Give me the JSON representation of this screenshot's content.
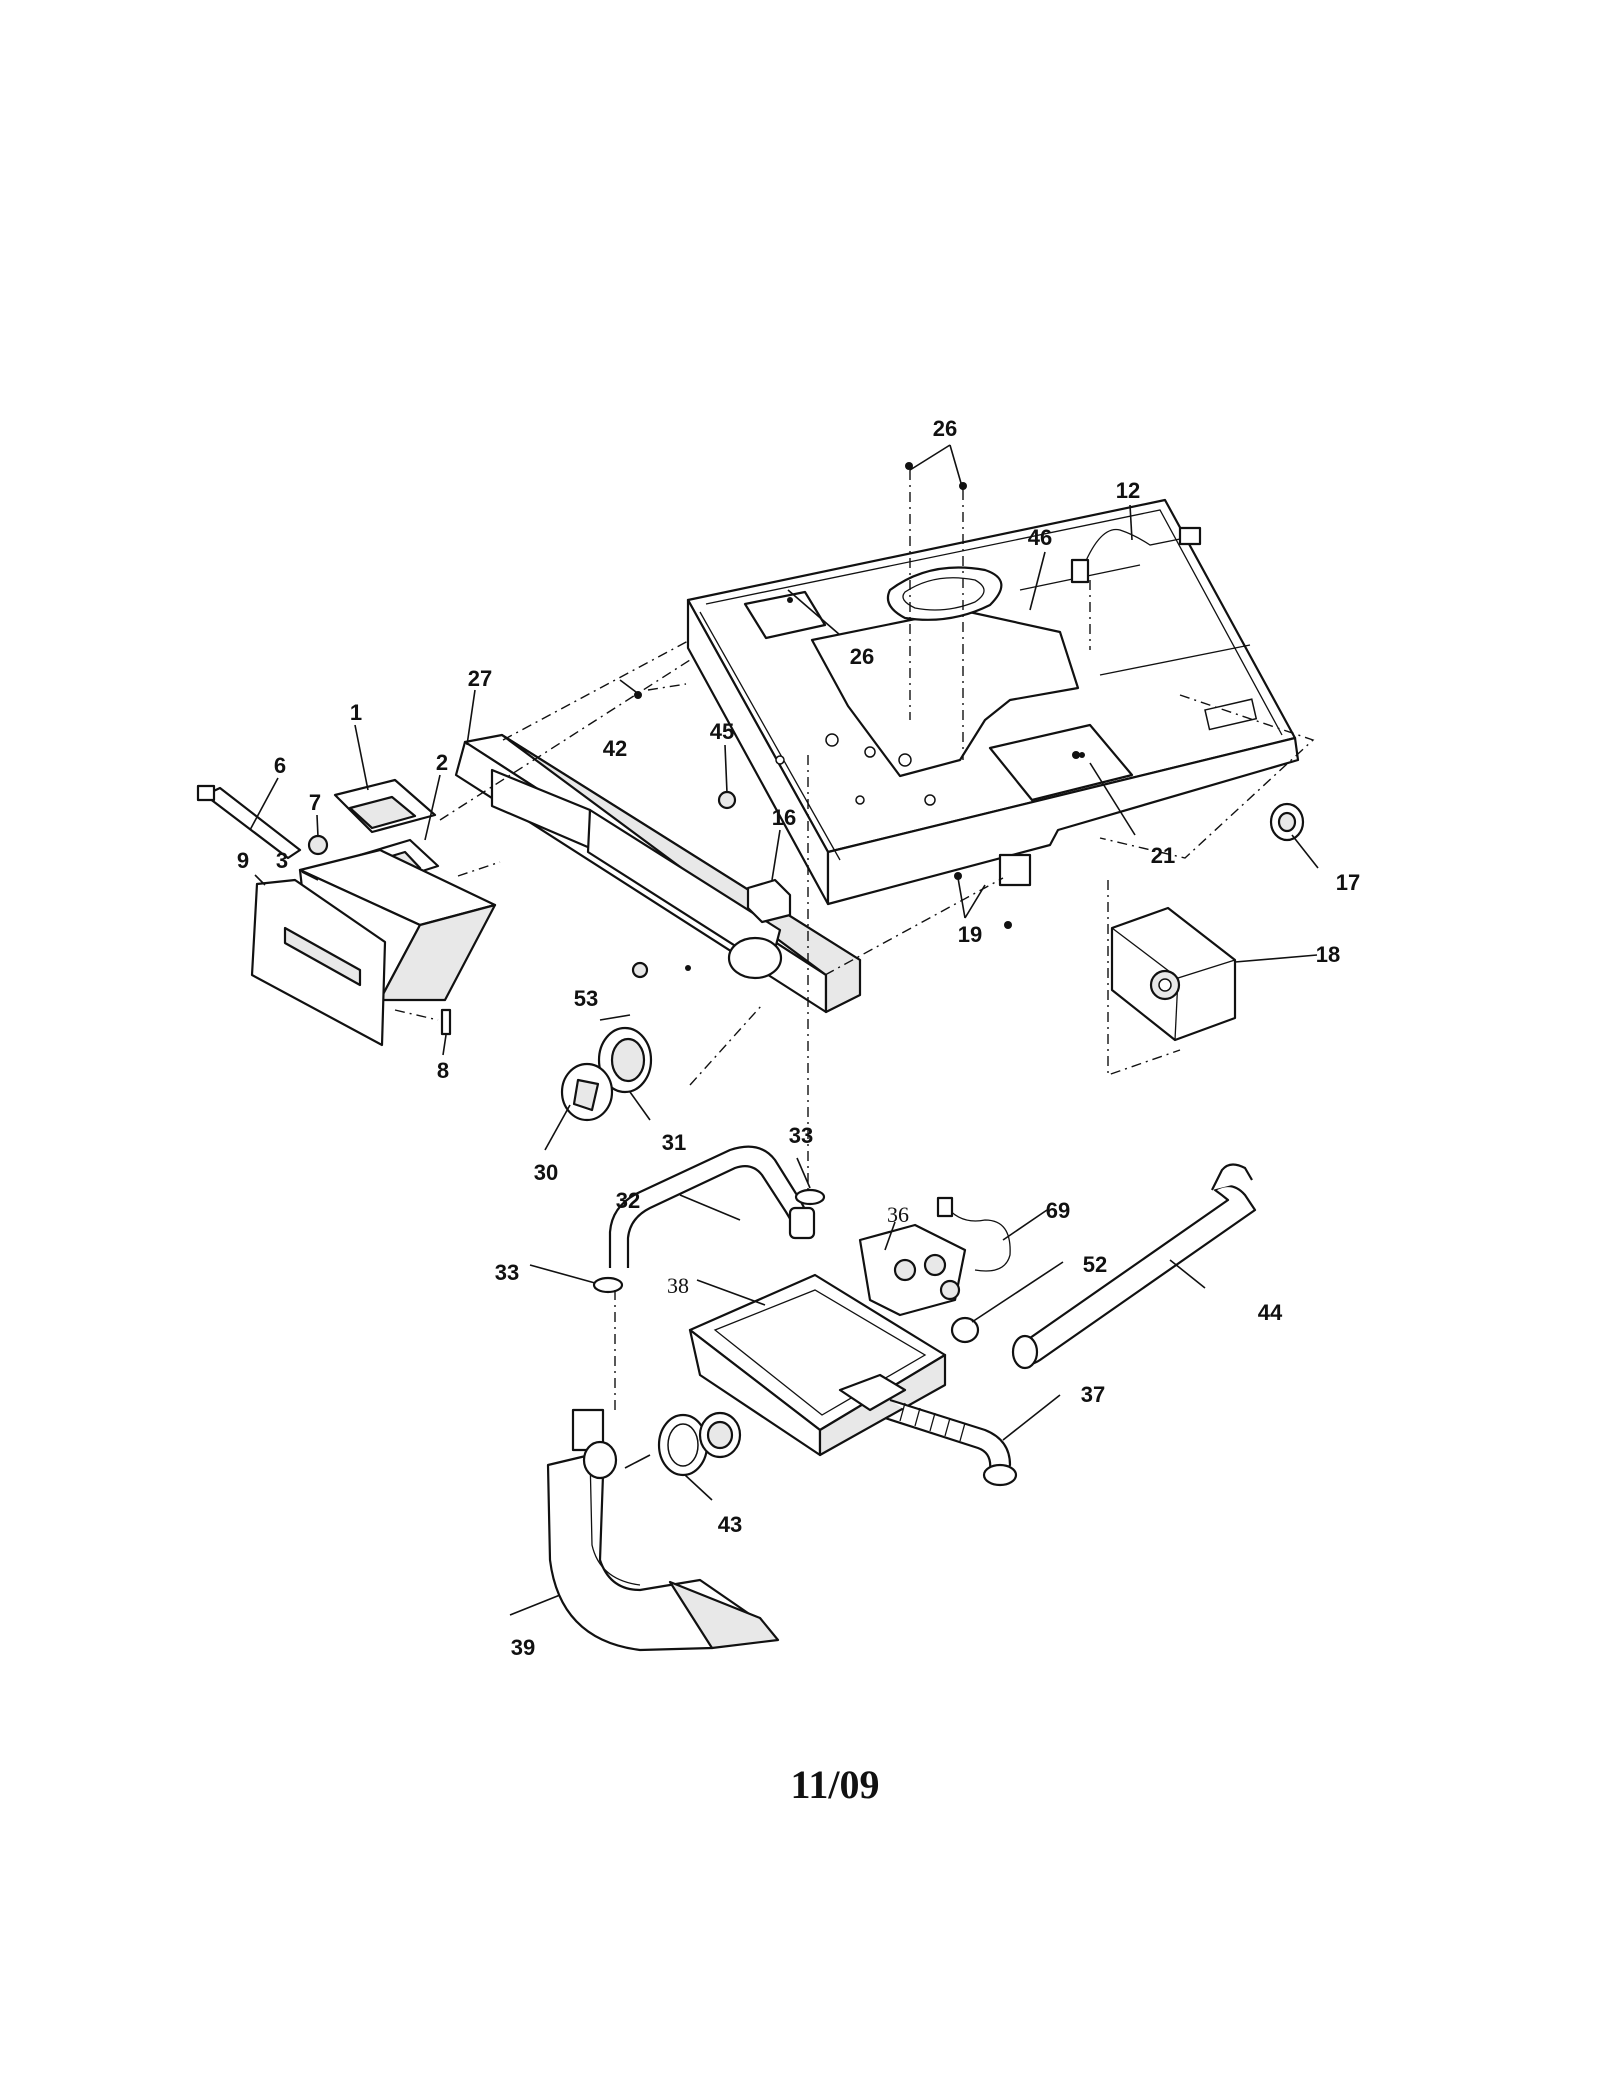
{
  "diagram": {
    "callouts": [
      {
        "id": "1",
        "text": "1"
      },
      {
        "id": "2",
        "text": "2"
      },
      {
        "id": "3",
        "text": "3"
      },
      {
        "id": "6",
        "text": "6"
      },
      {
        "id": "7",
        "text": "7"
      },
      {
        "id": "8",
        "text": "8"
      },
      {
        "id": "9",
        "text": "9"
      },
      {
        "id": "12",
        "text": "12"
      },
      {
        "id": "16",
        "text": "16"
      },
      {
        "id": "17",
        "text": "17"
      },
      {
        "id": "18",
        "text": "18"
      },
      {
        "id": "19",
        "text": "19"
      },
      {
        "id": "21",
        "text": "21"
      },
      {
        "id": "26a",
        "text": "26"
      },
      {
        "id": "26b",
        "text": "26"
      },
      {
        "id": "27",
        "text": "27"
      },
      {
        "id": "30",
        "text": "30"
      },
      {
        "id": "31",
        "text": "31"
      },
      {
        "id": "32",
        "text": "32"
      },
      {
        "id": "33a",
        "text": "33"
      },
      {
        "id": "33b",
        "text": "33"
      },
      {
        "id": "36",
        "text": "36"
      },
      {
        "id": "37",
        "text": "37"
      },
      {
        "id": "38",
        "text": "38"
      },
      {
        "id": "39",
        "text": "39"
      },
      {
        "id": "42",
        "text": "42"
      },
      {
        "id": "43",
        "text": "43"
      },
      {
        "id": "44",
        "text": "44"
      },
      {
        "id": "45",
        "text": "45"
      },
      {
        "id": "46",
        "text": "46"
      },
      {
        "id": "52",
        "text": "52"
      },
      {
        "id": "53",
        "text": "53"
      },
      {
        "id": "69",
        "text": "69"
      }
    ],
    "footer_date": "11/09"
  }
}
